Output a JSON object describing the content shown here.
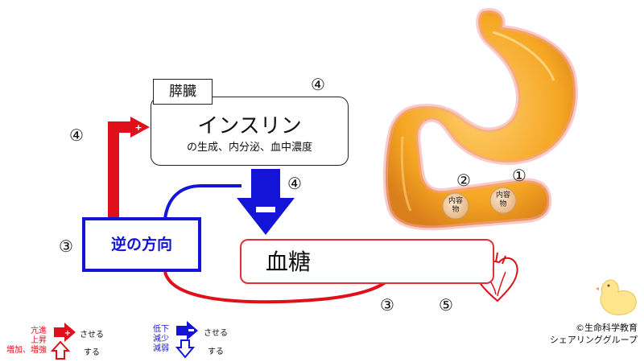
{
  "pancreas": {
    "tag": "膵臓",
    "title": "インスリン",
    "subtitle": "の生成、内分泌、血中濃度"
  },
  "reverse_label": "逆の方向",
  "blood_sugar_label": "血糖",
  "numbers": {
    "n1": "①",
    "n2": "②",
    "n3_left": "③",
    "n3_bottom": "③",
    "n4_left": "④",
    "n4_top": "④",
    "n4_arrow": "④",
    "n5": "⑤"
  },
  "stomach_contents": [
    "内容物",
    "内容物"
  ],
  "legend": {
    "increase_words": [
      "亢進",
      "上昇",
      "増加、増強"
    ],
    "decrease_words": [
      "低下",
      "減少",
      "減弱"
    ],
    "do_causative": "させる",
    "do_plain": "する"
  },
  "credit": [
    "©生命科学教育",
    "シェアリンググループ"
  ],
  "colors": {
    "red": "#e0101a",
    "blue": "#1414d8",
    "stomach": "#f5a623"
  }
}
